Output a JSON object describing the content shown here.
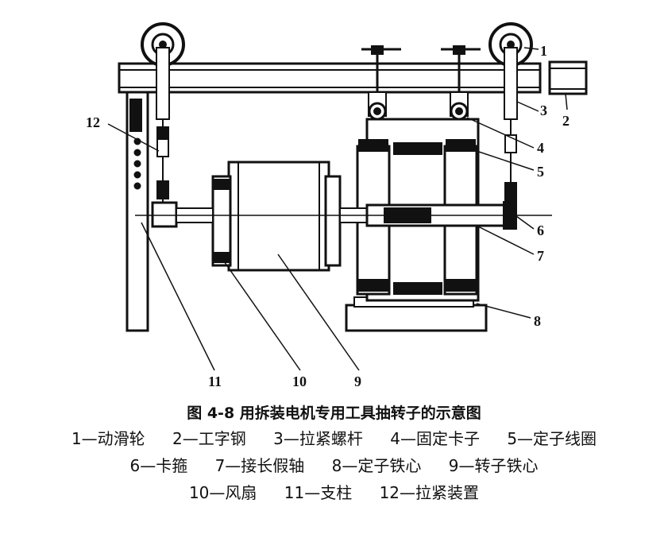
{
  "callouts": [
    "1",
    "2",
    "3",
    "4",
    "5",
    "6",
    "7",
    "8",
    "9",
    "10",
    "11",
    "12"
  ],
  "caption": {
    "title": "图 4-8   用拆装电机专用工具抽转子的示意图",
    "legend_rows": [
      [
        "1—动滑轮",
        "2—工字钢",
        "3—拉紧螺杆",
        "4—固定卡子",
        "5—定子线圈"
      ],
      [
        "6—卡箍",
        "7—接长假轴",
        "8—定子铁心",
        "9—转子铁心"
      ],
      [
        "10—风扇",
        "11—支柱",
        "12—拉紧装置"
      ]
    ]
  }
}
